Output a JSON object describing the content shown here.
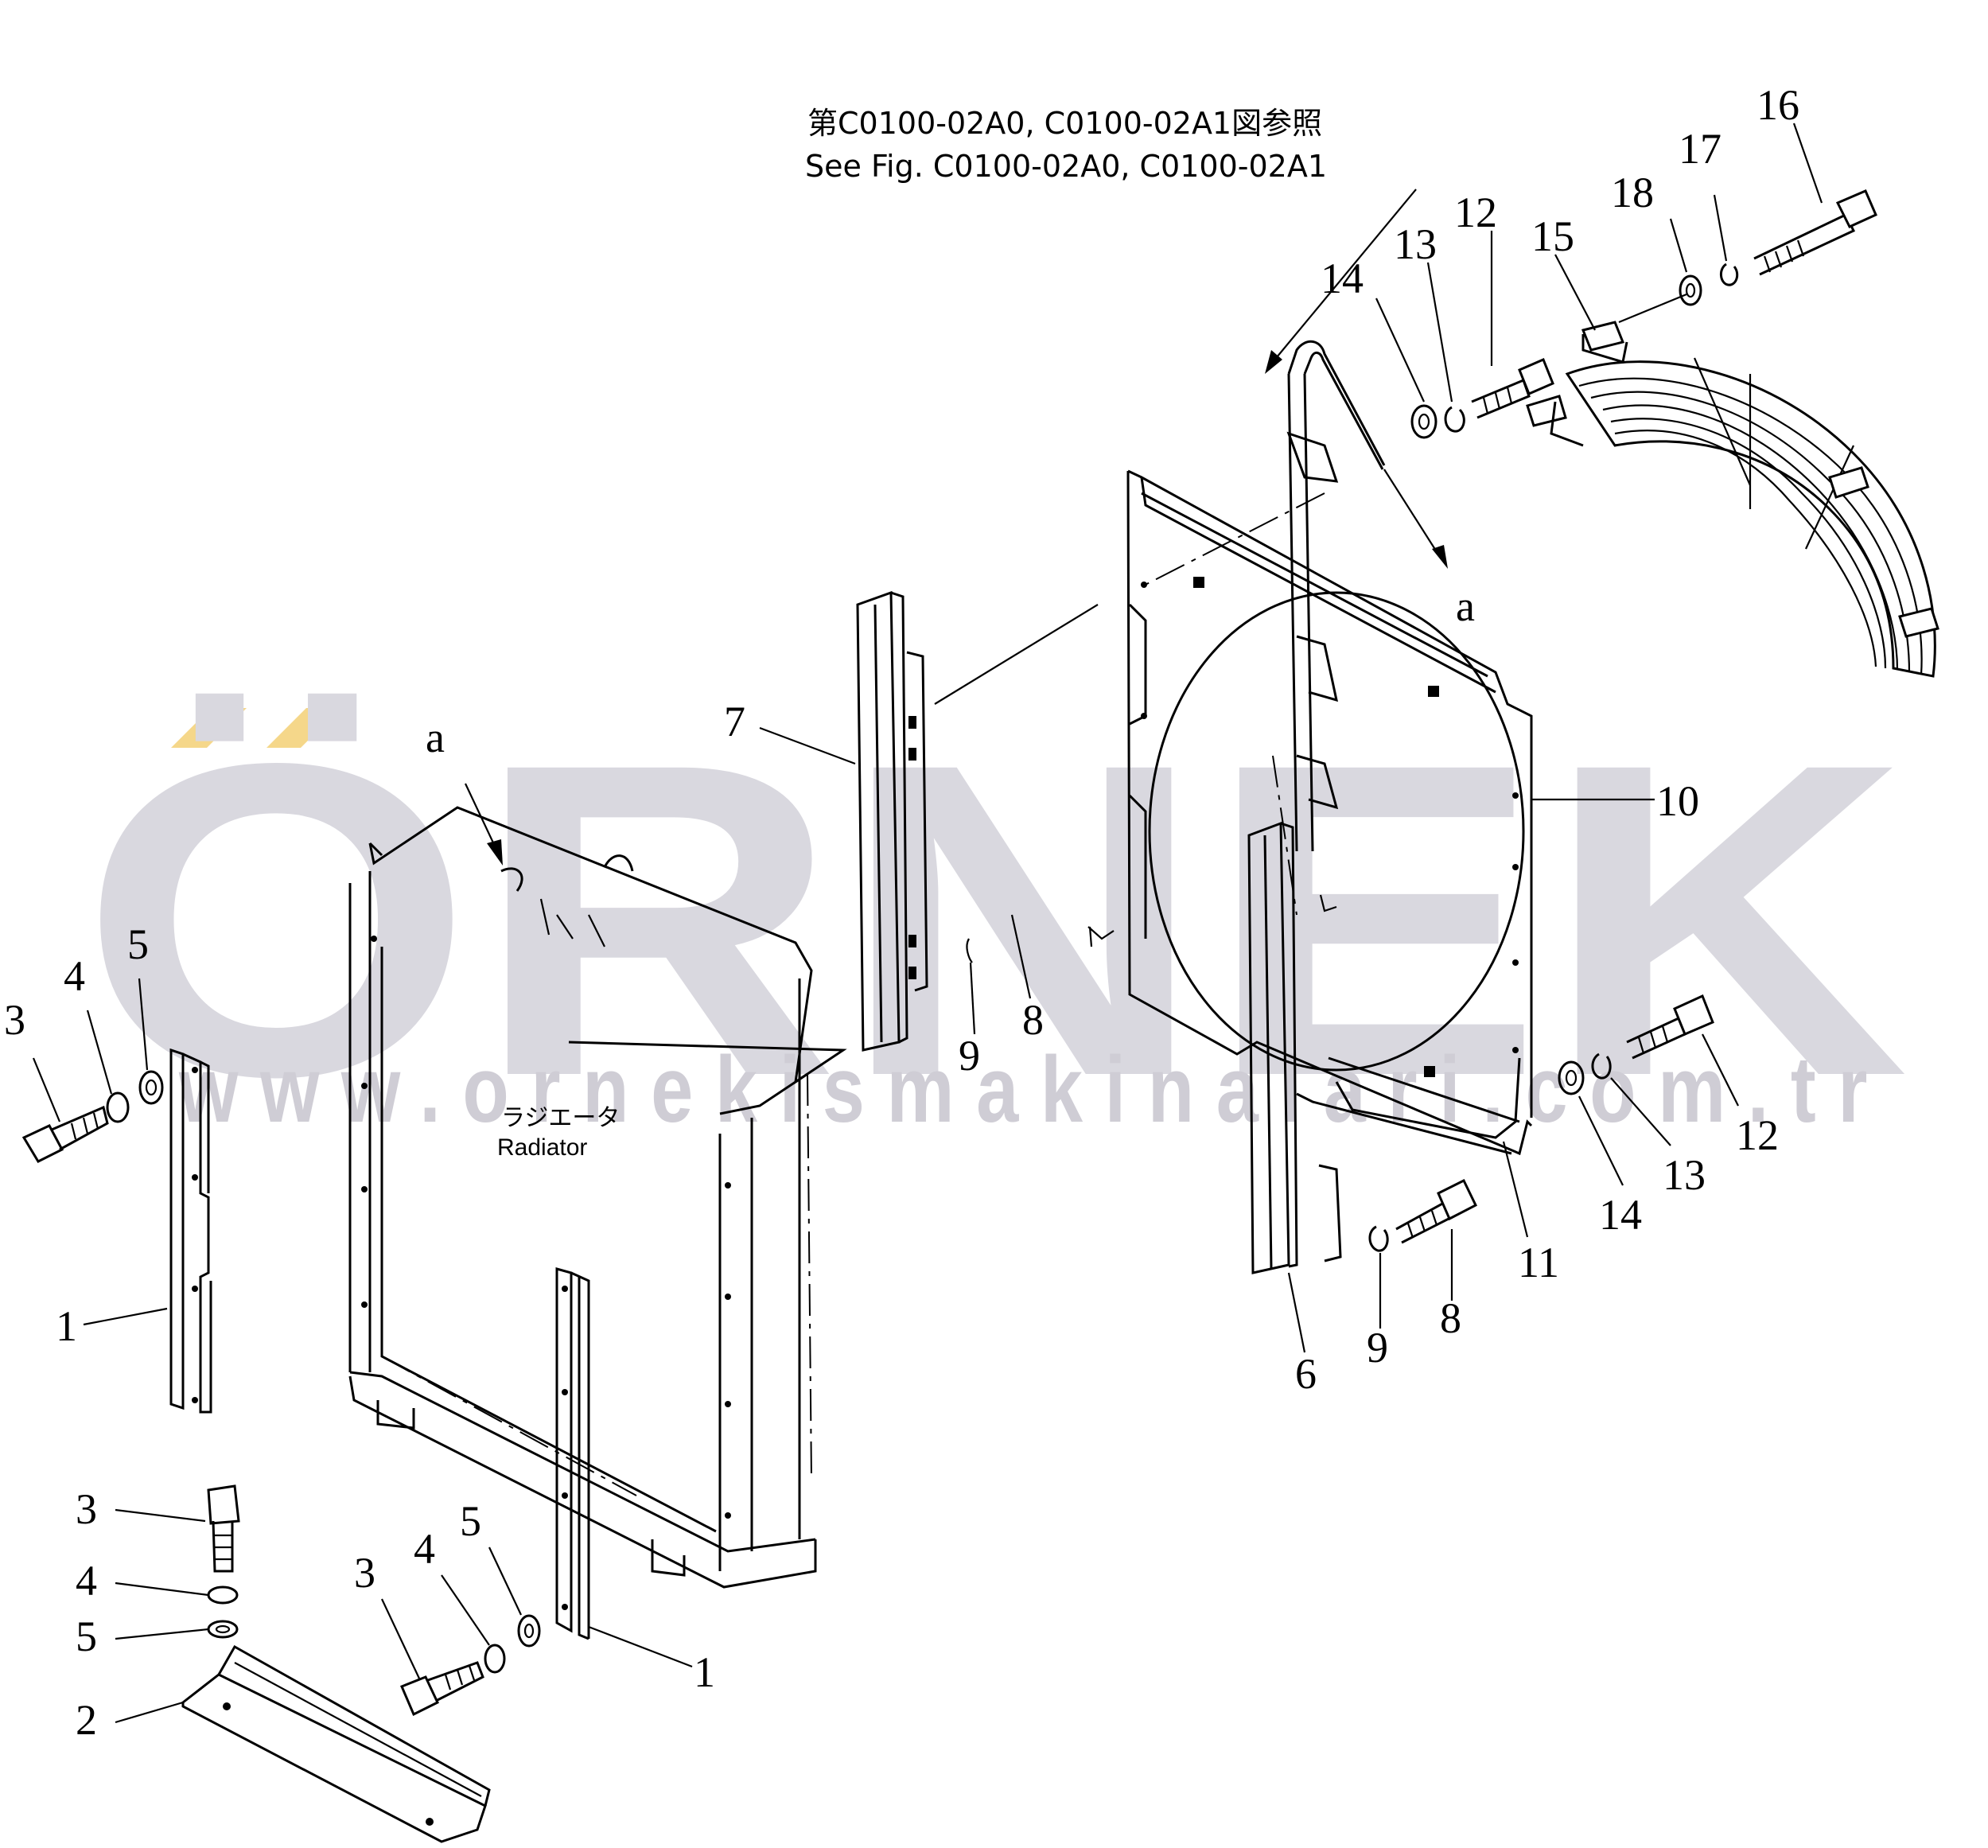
{
  "reference_note": {
    "jp": "第C0100-02A0, C0100-02A1図参照",
    "en": "See Fig. C0100-02A0, C0100-02A1"
  },
  "radiator_label": {
    "jp": "ラジエータ",
    "en": "Radiator"
  },
  "watermark": {
    "brand": "ÖRNEK",
    "url": "www.ornekismakinalari.com.tr",
    "accent_color": "#f5d78a",
    "text_color": "#d9d8df"
  },
  "callouts": {
    "a_left": "a",
    "a_right": "a",
    "c1_left": "1",
    "c1_right": "1",
    "c2": "2",
    "c3_top": "3",
    "c3_mid": "3",
    "c3_bottom": "3",
    "c4_top": "4",
    "c4_mid": "4",
    "c4_bottom": "4",
    "c5_top": "5",
    "c5_mid": "5",
    "c5_bottom": "5",
    "c6": "6",
    "c7": "7",
    "c8_upper": "8",
    "c8_lower": "8",
    "c9_upper": "9",
    "c9_lower": "9",
    "c10": "10",
    "c11": "11",
    "c12_top": "12",
    "c12_right": "12",
    "c13_top": "13",
    "c13_right": "13",
    "c14_top": "14",
    "c14_right": "14",
    "c15": "15",
    "c16": "16",
    "c17": "17",
    "c18": "18"
  }
}
